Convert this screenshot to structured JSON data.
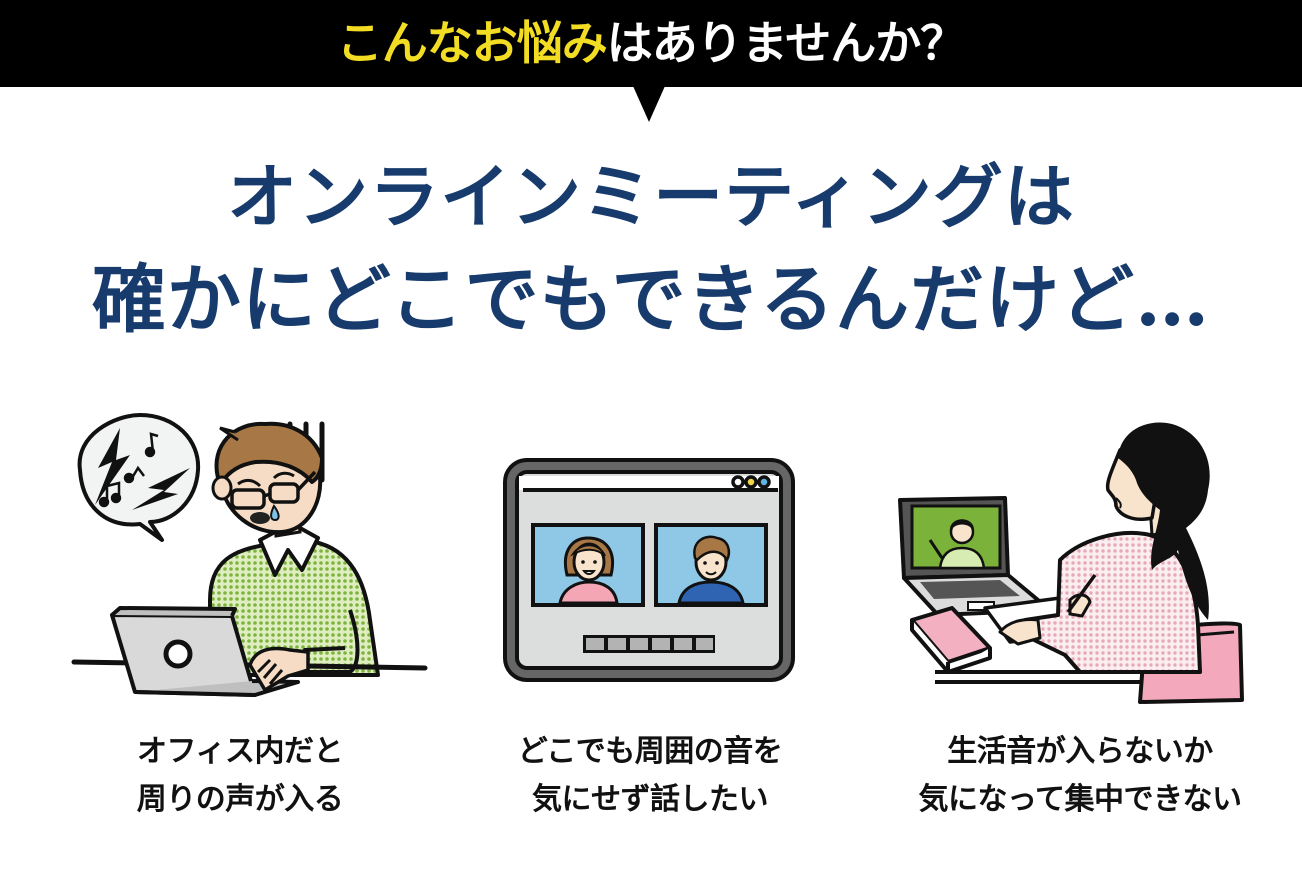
{
  "header": {
    "title_highlight": "こんなお悩み",
    "title_rest": "はありませんか？",
    "colors": {
      "background": "#000000",
      "highlight": "#f3dd24",
      "text": "#ffffff"
    }
  },
  "headline": {
    "line1": "オンラインミーティングは",
    "line2": "確かにどこでもできるんだけど…",
    "color": "#173b6c"
  },
  "panels": [
    {
      "id": "office-noise",
      "illustration": "man-at-laptop-with-noise-speech-bubble",
      "caption": {
        "line1": "オフィス内だと",
        "line2": "周りの声が入る"
      }
    },
    {
      "id": "talk-anywhere",
      "illustration": "tablet-video-call-two-participants",
      "caption": {
        "line1": "どこでも周囲の音を",
        "line2": "気にせず話したい"
      }
    },
    {
      "id": "home-noise",
      "illustration": "woman-studying-with-laptop-lesson",
      "caption": {
        "line1": "生活音が入らないか",
        "line2": "気になって集中できない"
      }
    }
  ]
}
